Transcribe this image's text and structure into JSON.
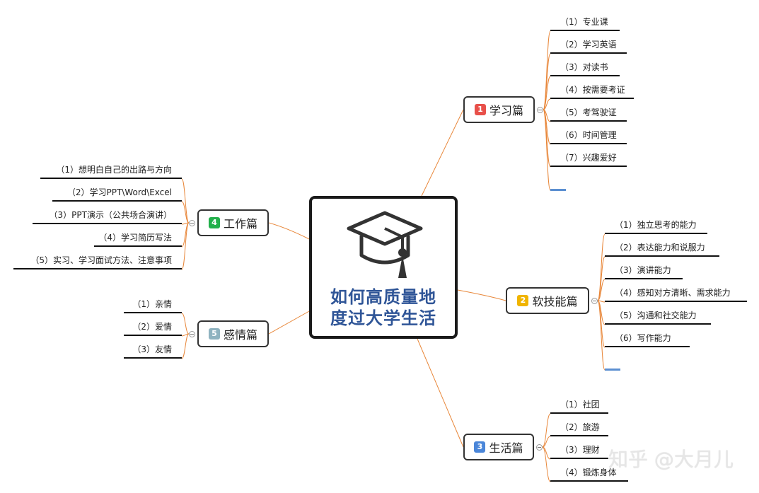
{
  "center": {
    "line1": "如何高质量地",
    "line2": "度过大学生活",
    "icon": "graduation-cap-icon",
    "color": "#2f5597"
  },
  "branches": [
    {
      "id": "study",
      "badge": "1",
      "label": "学习篇",
      "badge_color": "#e8504a",
      "items": [
        "（1）专业课",
        "（2）学习英语",
        "（3）对读书",
        "（4）按需要考证",
        "（5）考驾驶证",
        "（6）时间管理",
        "（7）兴趣爱好"
      ]
    },
    {
      "id": "softskill",
      "badge": "2",
      "label": "软技能篇",
      "badge_color": "#f0b400",
      "items": [
        "（1）独立思考的能力",
        "（2）表达能力和说服力",
        "（3）演讲能力",
        "（4）感知对方清晰、需求能力",
        "（5）沟通和社交能力",
        "（6）写作能力"
      ]
    },
    {
      "id": "life",
      "badge": "3",
      "label": "生活篇",
      "badge_color": "#4a86d9",
      "items": [
        "（1）社团",
        "（2）旅游",
        "（3）理财",
        "（4）锻炼身体"
      ]
    },
    {
      "id": "work",
      "badge": "4",
      "label": "工作篇",
      "badge_color": "#22b04b",
      "items": [
        "（1）想明白自己的出路与方向",
        "（2）学习PPT\\Word\\Excel",
        "（3）PPT演示（公共场合演讲）",
        "（4）学习简历写法",
        "（5）实习、学习面试方法、注意事项"
      ]
    },
    {
      "id": "emotion",
      "badge": "5",
      "label": "感情篇",
      "badge_color": "#8fb3c0",
      "items": [
        "（1）亲情",
        "（2）爱情",
        "（3）友情"
      ]
    }
  ],
  "colors": {
    "connector": "#e8873a",
    "stub": "#5b8fd1",
    "border": "#333333"
  },
  "watermark": "知乎 @大月儿"
}
